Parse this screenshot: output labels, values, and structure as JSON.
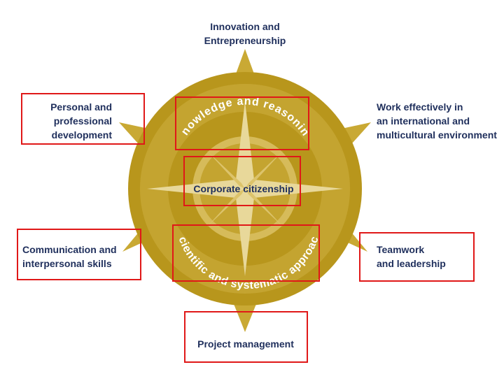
{
  "compass": {
    "top": "Innovation and\nEntrepreneurship",
    "upper_left": "Personal and\nprofessional\ndevelopment",
    "upper_right": "Work effectively in\nan international and\nmulticultural environment",
    "lower_left": "Communication and\ninterpersonal skills",
    "lower_right": "Teamwork\nand leadership",
    "bottom": "Project management",
    "upper_arc": "Knowledge and reasoning",
    "center": "Corporate citizenship",
    "lower_arc": "Scientific and systematic approach"
  },
  "colors": {
    "gold_dark": "#b8961c",
    "gold_mid": "#c9a934",
    "gold_light": "#dcc36b",
    "gold_pale": "#e8d89a",
    "text_navy": "#1f2f5c",
    "highlight": "#e01818"
  }
}
